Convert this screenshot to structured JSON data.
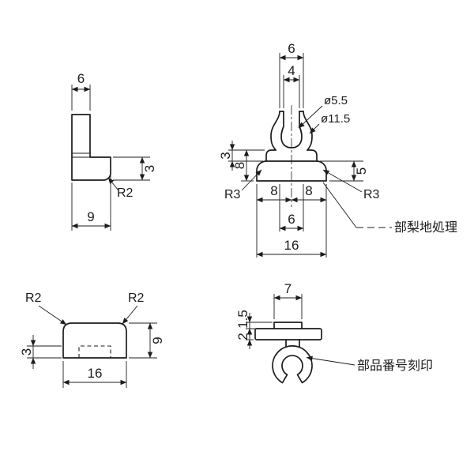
{
  "colors": {
    "ink": "#1c1c1c",
    "bg": "#ffffff"
  },
  "side_view": {
    "width_top": "6",
    "flange_thickness": "3",
    "corner_radius": "R2",
    "flange_length": "9"
  },
  "front_view": {
    "fork_outer_width": "6",
    "fork_slot_width": "4",
    "inner_diameter": "ø5.5",
    "outer_diameter": "ø11.5",
    "lip_height": "3",
    "shoulder_height": "8",
    "plate_height": "5",
    "corner_radius_left": "R3",
    "corner_radius_right": "R3",
    "half_width_left": "8",
    "half_width_right": "8",
    "stem_width": "6",
    "overall_width": "16",
    "finish_note": "部梨地処理"
  },
  "plan_view": {
    "corner_radius_left": "R2",
    "corner_radius_right": "R2",
    "step_height": "3",
    "depth": "9",
    "overall_width": "16"
  },
  "top_view": {
    "boss_width": "7",
    "boss_height": "1.5",
    "plate_thickness": "2",
    "stamp_note": "部品番号刻印"
  }
}
